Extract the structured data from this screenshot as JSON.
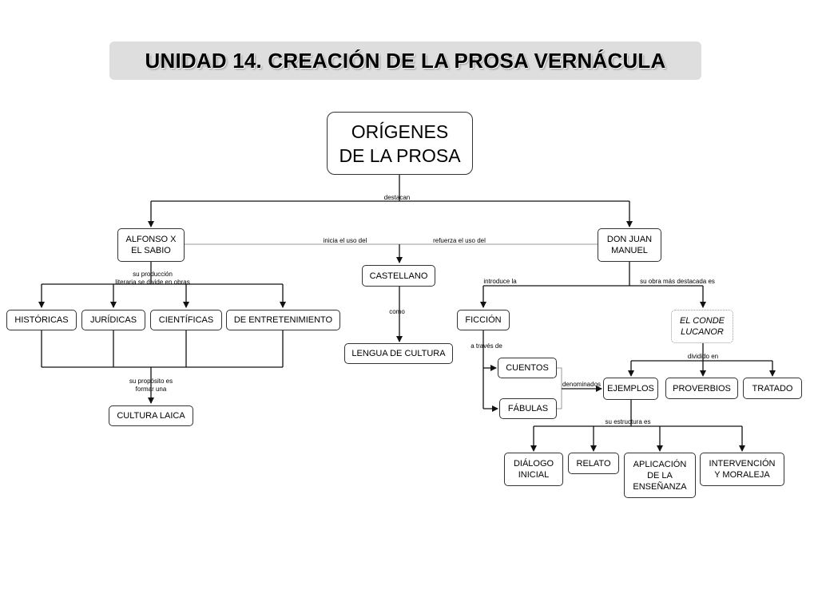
{
  "title": "UNIDAD 14. CREACIÓN DE LA PROSA VERNÁCULA",
  "nodes": {
    "origenes": "ORÍGENES\nDE LA PROSA",
    "alfonso": "ALFONSO X\nEL SABIO",
    "don_juan": "DON JUAN\nMANUEL",
    "castellano": "CASTELLANO",
    "lengua_cultura": "LENGUA DE CULTURA",
    "historicas": "HISTÓRICAS",
    "juridicas": "JURÍDICAS",
    "cientificas": "CIENTÍFICAS",
    "entretenimiento": "DE ENTRETENIMIENTO",
    "cultura_laica": "CULTURA LAICA",
    "ficcion": "FICCIÓN",
    "cuentos": "CUENTOS",
    "fabulas": "FÁBULAS",
    "conde_lucanor": "EL CONDE\nLUCANOR",
    "ejemplos": "EJEMPLOS",
    "proverbios": "PROVERBIOS",
    "tratado": "TRATADO",
    "dialogo": "DIÁLOGO\nINICIAL",
    "relato": "RELATO",
    "aplicacion": "APLICACIÓN\nDE LA\nENSEÑANZA",
    "intervencion": "INTERVENCIÓN\nY MORALEJA"
  },
  "labels": {
    "destacan": "destacan",
    "inicia": "inicia el uso del",
    "refuerza": "refuerza el uso del",
    "produccion": "su producción\nliteraria se divide en obras",
    "como": "como",
    "introduce": "introduce la",
    "obra_destacada": "su obra más destacada es",
    "a_traves": "a través de",
    "denominados": "denominados",
    "dividido": "dividido en",
    "proposito": "su propósito es\nformar una",
    "estructura": "su estructura es"
  }
}
